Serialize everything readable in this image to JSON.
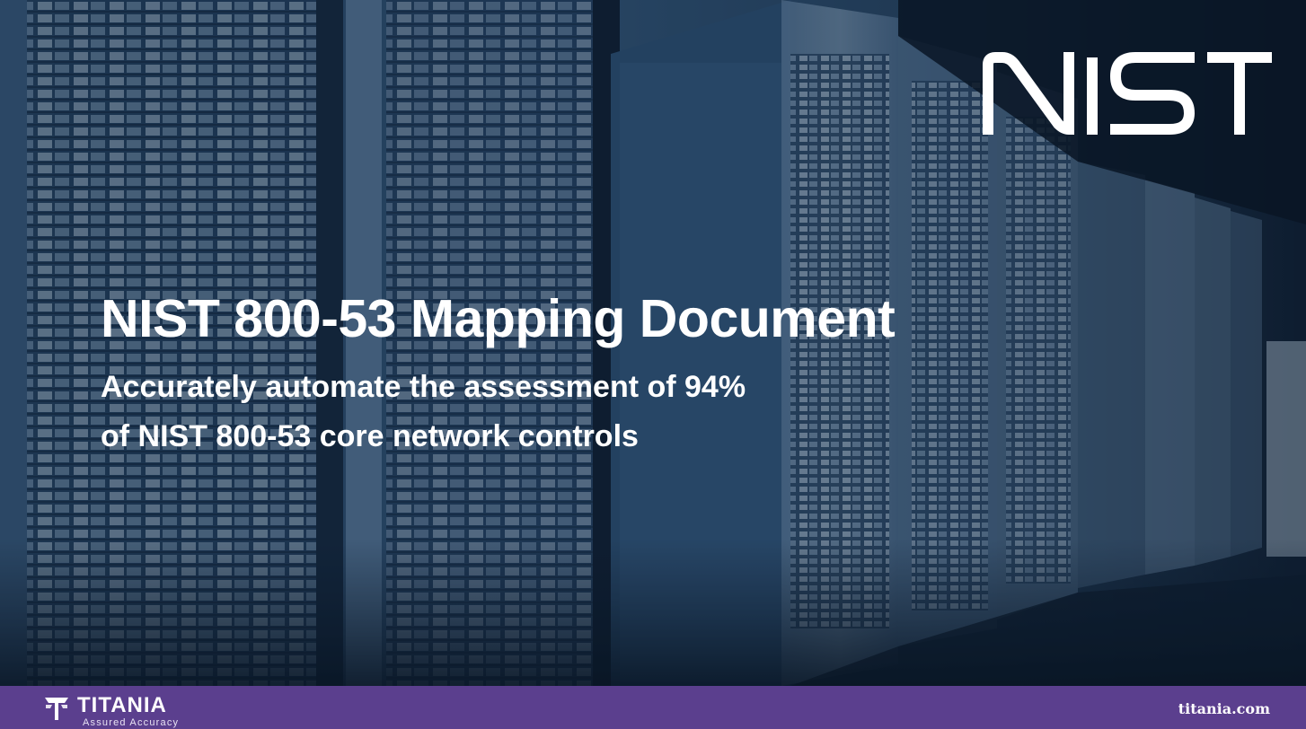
{
  "slide": {
    "title": "NIST 800-53 Mapping Document",
    "subtitle_line1": "Accurately automate the assessment of 94%",
    "subtitle_line2": "of NIST 800-53 core network controls"
  },
  "logo": {
    "name": "NIST",
    "icon": "nist-wordmark-icon",
    "color": "#ffffff"
  },
  "footer": {
    "brand_name": "TITANIA",
    "brand_tagline": "Assured Accuracy",
    "brand_icon": "titania-logo-icon",
    "url": "titania.com",
    "background": "#5b3f8e"
  },
  "background": {
    "icon": "server-room-photo",
    "tint": "#1a3a5c"
  }
}
